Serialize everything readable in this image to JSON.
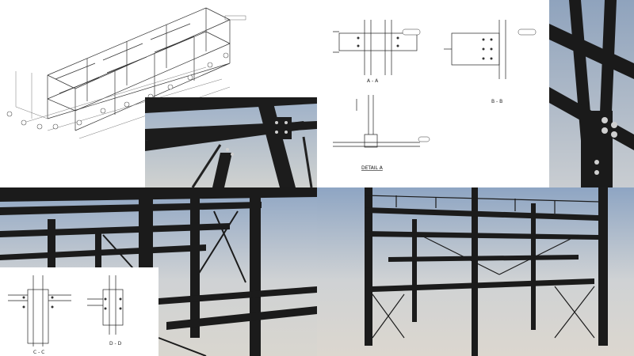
{
  "labels": {
    "section_aa": "A - A",
    "section_bb": "B - B",
    "detail_a": "DETAIL A",
    "section_cc": "C - C",
    "section_dd": "D - D"
  }
}
